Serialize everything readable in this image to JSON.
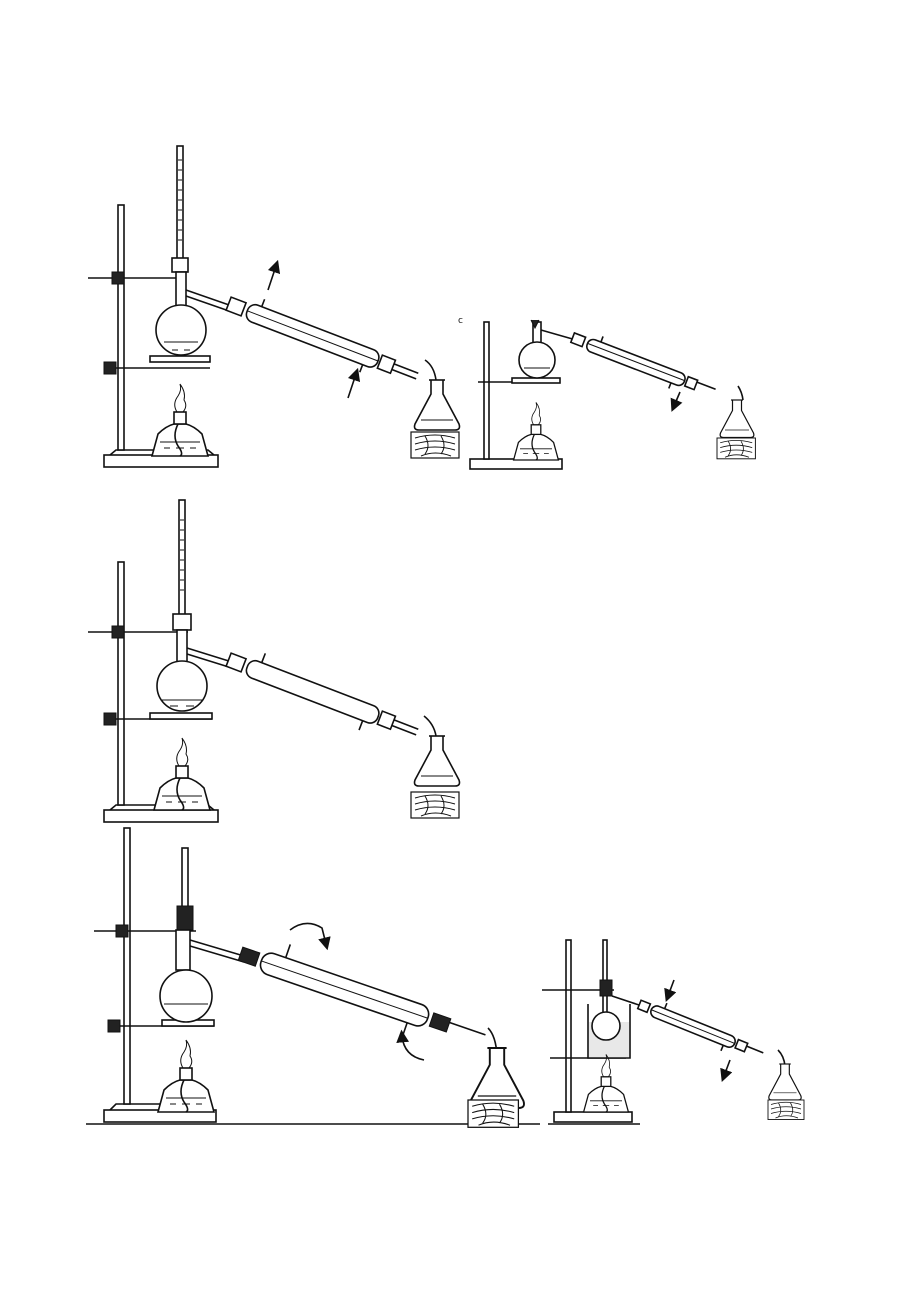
{
  "page": {
    "background": "#ffffff",
    "stroke_color": "#111111"
  },
  "apparatus": [
    {
      "id": "a",
      "kind": "distillation-setup",
      "arrows": "water-in-out",
      "extras": "thermometer"
    },
    {
      "id": "b",
      "kind": "distillation-setup-small",
      "arrows": "water-out"
    },
    {
      "id": "c",
      "kind": "distillation-setup",
      "arrows": "none",
      "extras": "thermometer"
    },
    {
      "id": "d",
      "kind": "distillation-setup",
      "arrows": "water-curved",
      "extras": "thermometer"
    },
    {
      "id": "e",
      "kind": "distillation-setup-water-bath",
      "arrows": "water-in-out",
      "extras": "thermometer"
    }
  ],
  "labels": {
    "small_mark": "c"
  }
}
